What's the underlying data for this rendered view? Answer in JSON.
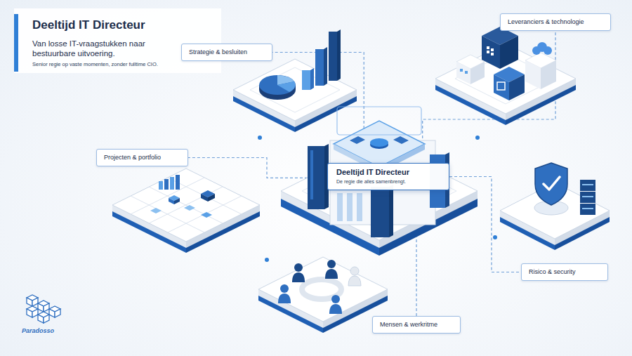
{
  "diagram": {
    "title": "Deeltijd IT Directeur",
    "nodes": [
      {
        "text": [
          "Strategie & besluiten"
        ]
      },
      {
        "text": [
          "Leveranciers & technologie"
        ]
      },
      {
        "text": [
          "Projecten & portfolio"
        ]
      },
      {
        "text": [
          "Deeltijd IT Directeur",
          "De regie die alles samenbrengt."
        ]
      },
      {
        "text": [
          "Risico & security"
        ]
      },
      {
        "text": [
          "Mensen & werkritme"
        ]
      }
    ],
    "edges": [
      {
        "from": 3,
        "to": 0,
        "arrow": "none"
      },
      {
        "from": 3,
        "to": 1,
        "arrow": "none"
      },
      {
        "from": 3,
        "to": 2,
        "arrow": "none"
      },
      {
        "from": 3,
        "to": 4,
        "arrow": "none"
      },
      {
        "from": 3,
        "to": 5,
        "arrow": "none"
      }
    ],
    "labels": [
      "Van losse IT-vraagstukken naar bestuurbare uitvoering.",
      "Senior regie op vaste momenten, zonder fulltime CIO.",
      "Paradosso"
    ]
  }
}
